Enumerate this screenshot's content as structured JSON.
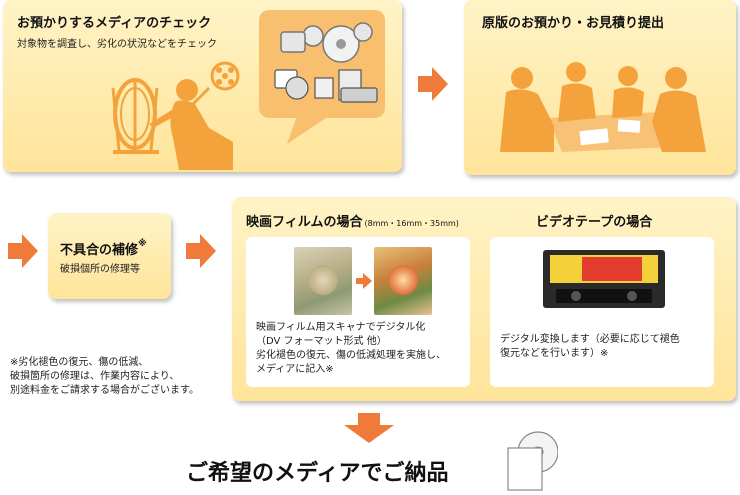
{
  "step1": {
    "title": "お預かりするメディアのチェック",
    "subtitle": "対象物を調査し、劣化の状況などをチェック"
  },
  "step2": {
    "title": "原版のお預かり・お見積り提出"
  },
  "repair": {
    "title": "不具合の補修",
    "mark": "※",
    "subtitle": "破損個所の修理等"
  },
  "note": {
    "lines": [
      "※劣化褪色の復元、傷の低減、",
      "破損箇所の修理は、作業内容により、",
      "別途料金をご請求する場合がございます。"
    ]
  },
  "film": {
    "title": "映画フィルムの場合",
    "sizes": "(8mm・16mm・35mm)",
    "lines": [
      "映画フィルム用スキャナでデジタル化",
      "（DV フォーマット形式 他）",
      "劣化褪色の復元、傷の低減処理を実施し、",
      "メディアに記入※"
    ]
  },
  "video": {
    "title": "ビデオテープの場合",
    "lines": [
      "デジタル変換します（必要に応じて褪色",
      "復元などを行います）※"
    ]
  },
  "final": {
    "title": "ご希望のメディアでご納品"
  },
  "colors": {
    "arrow": "#f07a3a",
    "panel_light": "#fff3c6",
    "panel_dark": "#ffe49a",
    "silhouette": "#f4a33c"
  }
}
